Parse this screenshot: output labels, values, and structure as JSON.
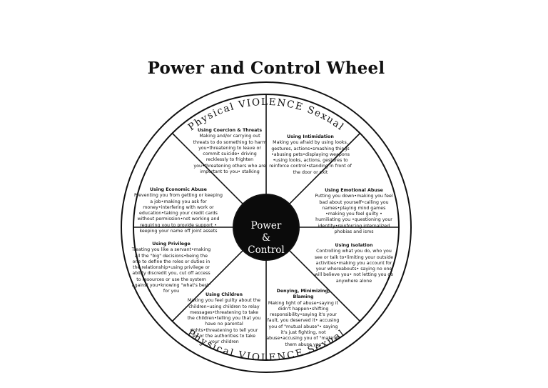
{
  "title": "Power and Control Wheel",
  "rim": {
    "top": "Physical VIOLENCE Sexual",
    "bottom": "Physical VIOLENCE Sexual"
  },
  "center": {
    "line1": "Power",
    "line2": "&",
    "line3": "Control"
  },
  "segments": [
    {
      "heading": "Using Coercion & Threats",
      "body": "Making and/or carrying out threats to do something to harm you•threatening to leave or commit suicide• driving recklessly to frighten you•threatening others who are important to you• stalking"
    },
    {
      "heading": "Using Intimidation",
      "body": "Making you afraid by using looks, gestures, actions•smashing things •abusing pets•displaying weapons •using looks, actions, gestures to reinforce control•standing in front of the door or exit"
    },
    {
      "heading": "Using Emotional Abuse",
      "body": "Putting you down•making you feel bad about yourself•calling you names•playing mind games •making you feel guilty • humiliating you •questioning your identity•reinforcing internalized phobias and isms"
    },
    {
      "heading": "Using Isolation",
      "body": "Controlling what you do, who you see or talk to•limiting your outside activities•making you account for your whereabouts• saying no one will believe you• not letting you go anywhere alone"
    },
    {
      "heading": "Denying, Minimizing, Blaming",
      "body": "Making light of abuse•saying it didn't happen•shifting responsibility•saying it's your fault, you deserved it• accusing you of \"mutual abuse\"• saying it's just fighting, not abuse•accusing you of \"making\" them abuse you"
    },
    {
      "heading": "Using Children",
      "body": "Making you feel guilty about the children•using children to relay messages•threatening to take the children•telling you that you have no parental rights•threatening to tell your ex or the authorities to take your children"
    },
    {
      "heading": "Using Privilege",
      "body": "Treating you like a servant•making all the \"big\" decisions•being the one to define the roles or duties in the relationship•using privilege or ability discredit you, cut off access to resources or use the system against you•knowing \"what's best\" for you"
    },
    {
      "heading": "Using Economic Abuse",
      "body": "Preventing you from getting or keeping a job•making you ask for money•interfering with work or education•taking your credit cards without permission•not working and requiring you to provide support • keeping your name off joint assets"
    }
  ]
}
